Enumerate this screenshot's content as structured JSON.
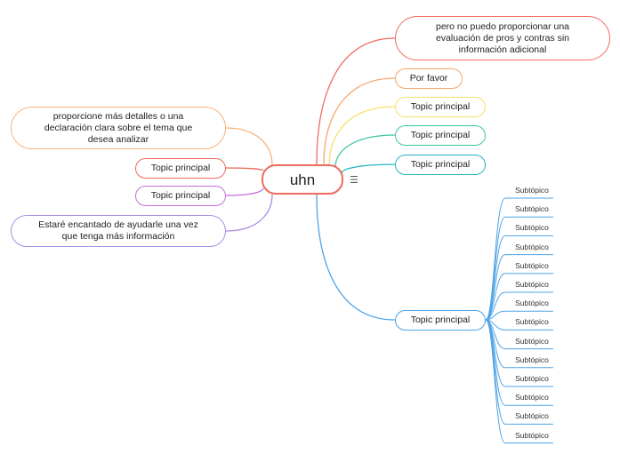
{
  "center": {
    "label": "uhn",
    "color": "#ee6a5f"
  },
  "right_topics": [
    {
      "label": "pero no puedo proporcionar una evaluación de pros y contras sin información adicional",
      "color": "#ee6a5f"
    },
    {
      "label": "Por favor",
      "color": "#f6a66a"
    },
    {
      "label": "Topic principal",
      "color": "#f7df6b"
    },
    {
      "label": "Topic principal",
      "color": "#3cc6a4"
    },
    {
      "label": "Topic principal",
      "color": "#22b5c2"
    },
    {
      "label": "Topic principal",
      "color": "#4da3e6"
    }
  ],
  "left_topics": [
    {
      "label": "proporcione más detalles o una declaración clara sobre el tema que desea analizar",
      "color": "#f6b27c"
    },
    {
      "label": "Topic principal",
      "color": "#ee6a5f"
    },
    {
      "label": "Topic principal",
      "color": "#c46ed8"
    },
    {
      "label": "Estaré encantado de ayudarle una vez que tenga más información",
      "color": "#a98ee6"
    }
  ],
  "subtopics": [
    "Subtópico",
    "Subtópico",
    "Subtópico",
    "Subtópico",
    "Subtópico",
    "Subtópico",
    "Subtópico",
    "Subtópico",
    "Subtópico",
    "Subtópico",
    "Subtópico",
    "Subtópico",
    "Subtópico",
    "Subtópico"
  ],
  "icons": {
    "menu": "menu-icon"
  }
}
